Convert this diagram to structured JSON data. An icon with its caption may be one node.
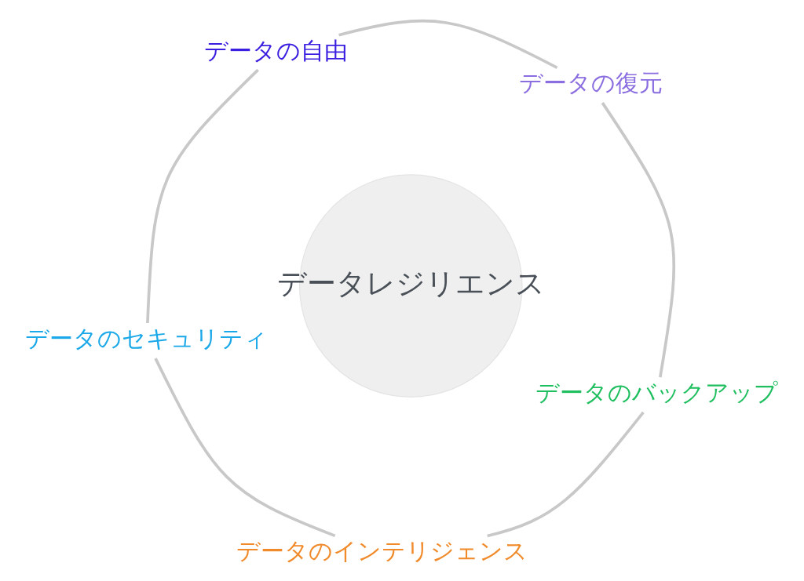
{
  "diagram": {
    "nodes": [
      {
        "text": [
          "データのバックアップ"
        ]
      },
      {
        "text": [
          "データのインテリジェンス"
        ]
      },
      {
        "text": [
          "データの復元"
        ]
      },
      {
        "text": [
          "データレジリエンス"
        ]
      },
      {
        "text": [
          "データのセキュリティ"
        ]
      },
      {
        "text": [
          "データの自由"
        ]
      }
    ],
    "edges": [
      {
        "from": 0,
        "to": 2,
        "arrow": "none"
      },
      {
        "from": 2,
        "to": 5,
        "arrow": "none"
      },
      {
        "from": 5,
        "to": 4,
        "arrow": "none"
      },
      {
        "from": 4,
        "to": 1,
        "arrow": "none"
      },
      {
        "from": 1,
        "to": 0,
        "arrow": "none"
      }
    ]
  }
}
